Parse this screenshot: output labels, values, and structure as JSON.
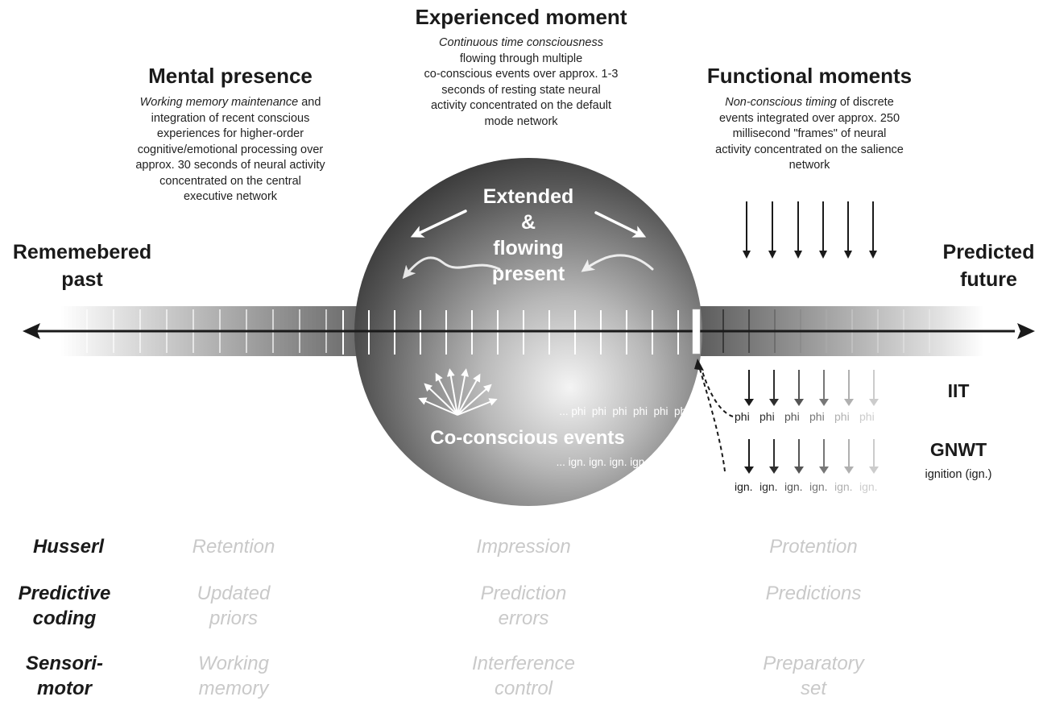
{
  "experienced": {
    "title": "Experienced moment",
    "desc_italic": "Continuous time consciousness",
    "desc_lines": [
      "flowing through multiple",
      "co-conscious events over approx. 1-3",
      "seconds of resting state neural",
      "activity concentrated on the default",
      "mode network"
    ]
  },
  "mental": {
    "title": "Mental presence",
    "desc_italic": "Working memory maintenance",
    "desc_first_rest": " and",
    "desc_lines": [
      "integration of recent conscious",
      "experiences for higher-order",
      "cognitive/emotional processing over",
      "approx. 30 seconds of neural activity",
      "concentrated on the central",
      "executive network"
    ]
  },
  "functional": {
    "title": "Functional moments",
    "desc_italic": "Non-conscious timing",
    "desc_first_rest": " of discrete",
    "desc_lines": [
      "events integrated over approx. 250",
      "millisecond \"frames\" of neural",
      "activity concentrated on the salience",
      "network"
    ]
  },
  "past": {
    "line1": "Rememebered",
    "line2": "past"
  },
  "future": {
    "line1": "Predicted",
    "line2": "future"
  },
  "sphere": {
    "line1": "Extended",
    "line2": "&",
    "line3": "flowing",
    "line4": "present",
    "events": "Co-conscious events",
    "phi_row": "... phi  phi  phi  phi  phi  phi",
    "ign_row": "... ign. ign. ign. ign. ign. ign."
  },
  "iit": {
    "label": "IIT",
    "token": "phi"
  },
  "gnwt": {
    "label": "GNWT",
    "sub": "ignition (ign.)",
    "token": "ign."
  },
  "rows": [
    {
      "label1": "Husserl",
      "label2": "",
      "c1a": "Retention",
      "c1b": "",
      "c2a": "Impression",
      "c2b": "",
      "c3a": "Protention",
      "c3b": ""
    },
    {
      "label1": "Predictive",
      "label2": "coding",
      "c1a": "Updated",
      "c1b": "priors",
      "c2a": "Prediction",
      "c2b": "errors",
      "c3a": "Predictions",
      "c3b": ""
    },
    {
      "label1": "Sensori-",
      "label2": "motor",
      "c1a": "Working",
      "c1b": "memory",
      "c2a": "Interference",
      "c2b": "control",
      "c3a": "Preparatory",
      "c3b": "set"
    }
  ],
  "colors": {
    "text": "#1a1a1a",
    "faded": "#c9c9c9",
    "sphere_light": "#f2f2f2",
    "sphere_dark": "#3a3a3a"
  }
}
